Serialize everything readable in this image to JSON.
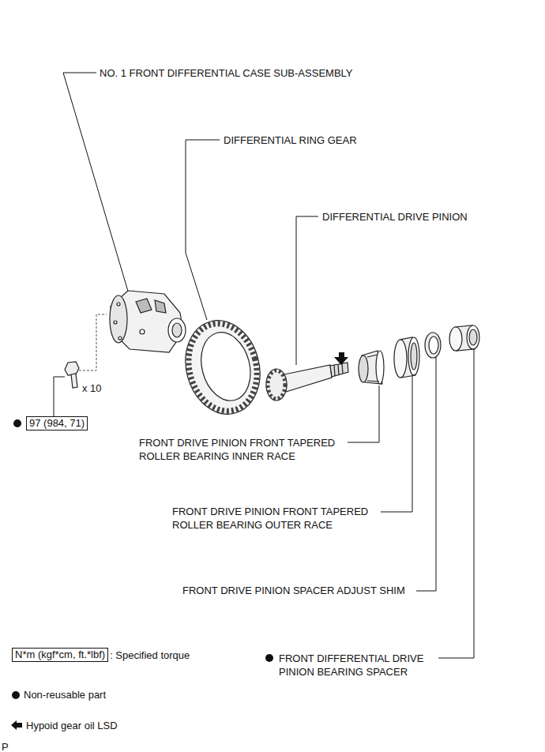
{
  "diagram": {
    "nodes": [
      {
        "text": [
          "97 (984, 71)"
        ]
      },
      {
        "text": [
          "N*m (kgf*cm, ft.*lbf)"
        ]
      }
    ],
    "labels": [
      "NO. 1 FRONT DIFFERENTIAL CASE SUB-ASSEMBLY",
      "DIFFERENTIAL RING GEAR",
      "DIFFERENTIAL DRIVE PINION",
      "x 10",
      "FRONT DRIVE PINION FRONT TAPERED ROLLER BEARING INNER RACE",
      "FRONT DRIVE PINION FRONT TAPERED ROLLER BEARING OUTER RACE",
      "FRONT DRIVE PINION SPACER ADJUST SHIM",
      "FRONT DIFFERENTIAL DRIVE PINION BEARING SPACER",
      ": Specified torque",
      "P"
    ],
    "legend": [
      {
        "text": "Non-reusable part"
      },
      {
        "text": "Hypoid gear oil LSD"
      }
    ]
  }
}
